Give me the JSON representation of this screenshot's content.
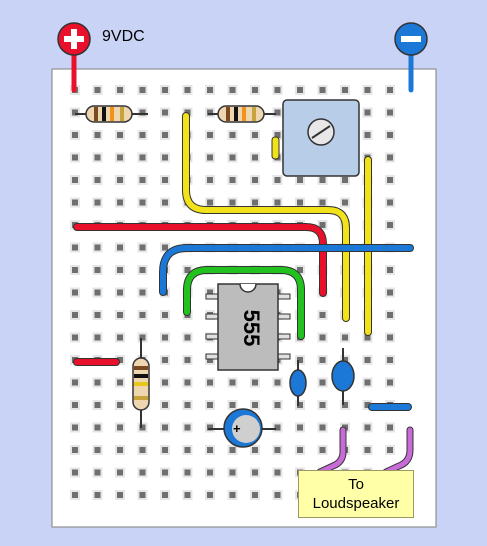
{
  "supply": {
    "label": "9VDC",
    "positive_symbol": "plus-sign",
    "negative_symbol": "minus-sign",
    "positive_color": "#e8102a",
    "negative_color": "#1b78d6"
  },
  "chip": {
    "label": "555",
    "pins_per_side": 4
  },
  "output": {
    "line1": "To",
    "line2": "Loudspeaker"
  },
  "colors": {
    "background": "#c9d3f5",
    "board": "#ffffff",
    "hole": "#6f6f6f",
    "red_wire": "#e8102a",
    "blue_wire": "#1b78d6",
    "yellow_wire": "#f2e21a",
    "green_wire": "#22c21e",
    "purple_wire": "#c86ad8",
    "label_fill": "#ffffa8"
  }
}
